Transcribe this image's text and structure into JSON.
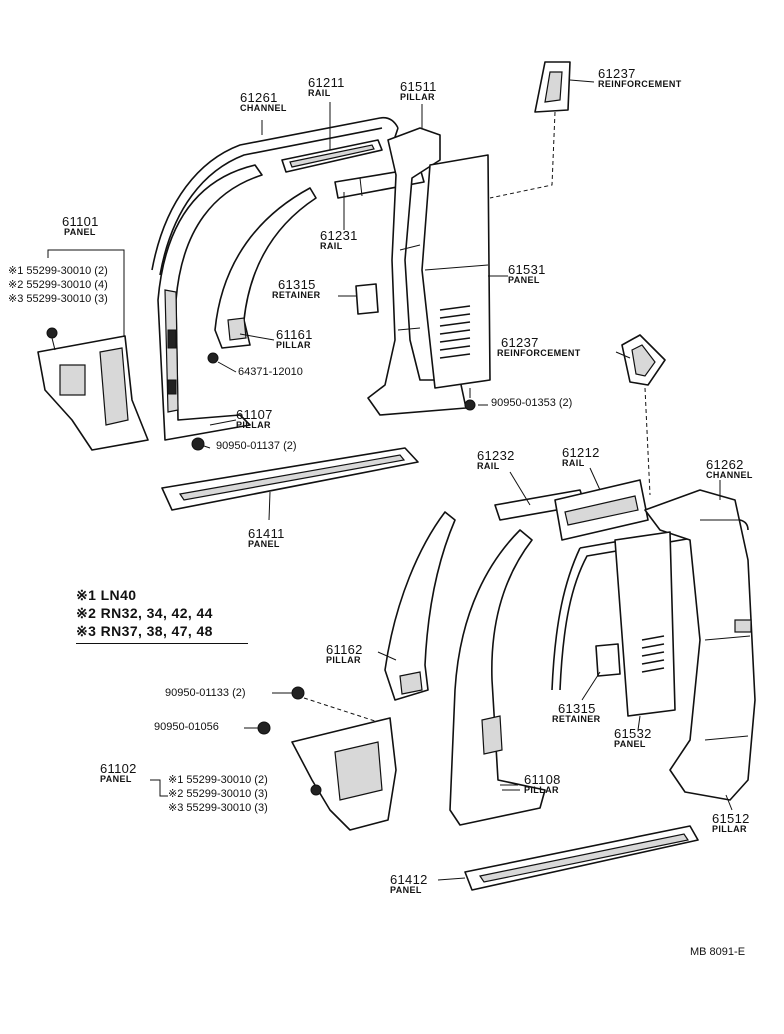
{
  "parts": [
    {
      "key": "p61261",
      "number": "61261",
      "desc": "CHANNEL"
    },
    {
      "key": "p61211",
      "number": "61211",
      "desc": "RAIL"
    },
    {
      "key": "p61511",
      "number": "61511",
      "desc": "PILLAR"
    },
    {
      "key": "p61237a",
      "number": "61237",
      "desc": "REINFORCEMENT"
    },
    {
      "key": "p61101",
      "number": "61101",
      "desc": "PANEL"
    },
    {
      "key": "p61231",
      "number": "61231",
      "desc": "RAIL"
    },
    {
      "key": "p61531",
      "number": "61531",
      "desc": "PANEL"
    },
    {
      "key": "p61315a",
      "number": "61315",
      "desc": "RETAINER"
    },
    {
      "key": "p61161",
      "number": "61161",
      "desc": "PILLAR"
    },
    {
      "key": "p61237b",
      "number": "61237",
      "desc": "REINFORCEMENT"
    },
    {
      "key": "p61107",
      "number": "61107",
      "desc": "PILLAR"
    },
    {
      "key": "p61411",
      "number": "61411",
      "desc": "PANEL"
    },
    {
      "key": "p61232",
      "number": "61232",
      "desc": "RAIL"
    },
    {
      "key": "p61212",
      "number": "61212",
      "desc": "RAIL"
    },
    {
      "key": "p61262",
      "number": "61262",
      "desc": "CHANNEL"
    },
    {
      "key": "p61162",
      "number": "61162",
      "desc": "PILLAR"
    },
    {
      "key": "p61315b",
      "number": "61315",
      "desc": "RETAINER"
    },
    {
      "key": "p61532",
      "number": "61532",
      "desc": "PANEL"
    },
    {
      "key": "p61102",
      "number": "61102",
      "desc": "PANEL"
    },
    {
      "key": "p61108",
      "number": "61108",
      "desc": "PILLAR"
    },
    {
      "key": "p61512",
      "number": "61512",
      "desc": "PILLAR"
    },
    {
      "key": "p61412",
      "number": "61412",
      "desc": "PANEL"
    }
  ],
  "fasteners": {
    "f64371": "64371-12010",
    "f90950_01353": "90950-01353 (2)",
    "f90950_01137": "90950-01137 (2)",
    "f90950_01133": "90950-01133 (2)",
    "f90950_01056": "90950-01056"
  },
  "variants_top": [
    "※1 55299-30010 (2)",
    "※2 55299-30010 (4)",
    "※3 55299-30010 (3)"
  ],
  "variants_bottom": [
    "※1 55299-30010 (2)",
    "※2 55299-30010 (3)",
    "※3 55299-30010 (3)"
  ],
  "legend": [
    "※1  LN40",
    "※2  RN32, 34, 42, 44",
    "※3  RN37, 38, 47, 48"
  ],
  "figure_code": "MB  8091-E"
}
